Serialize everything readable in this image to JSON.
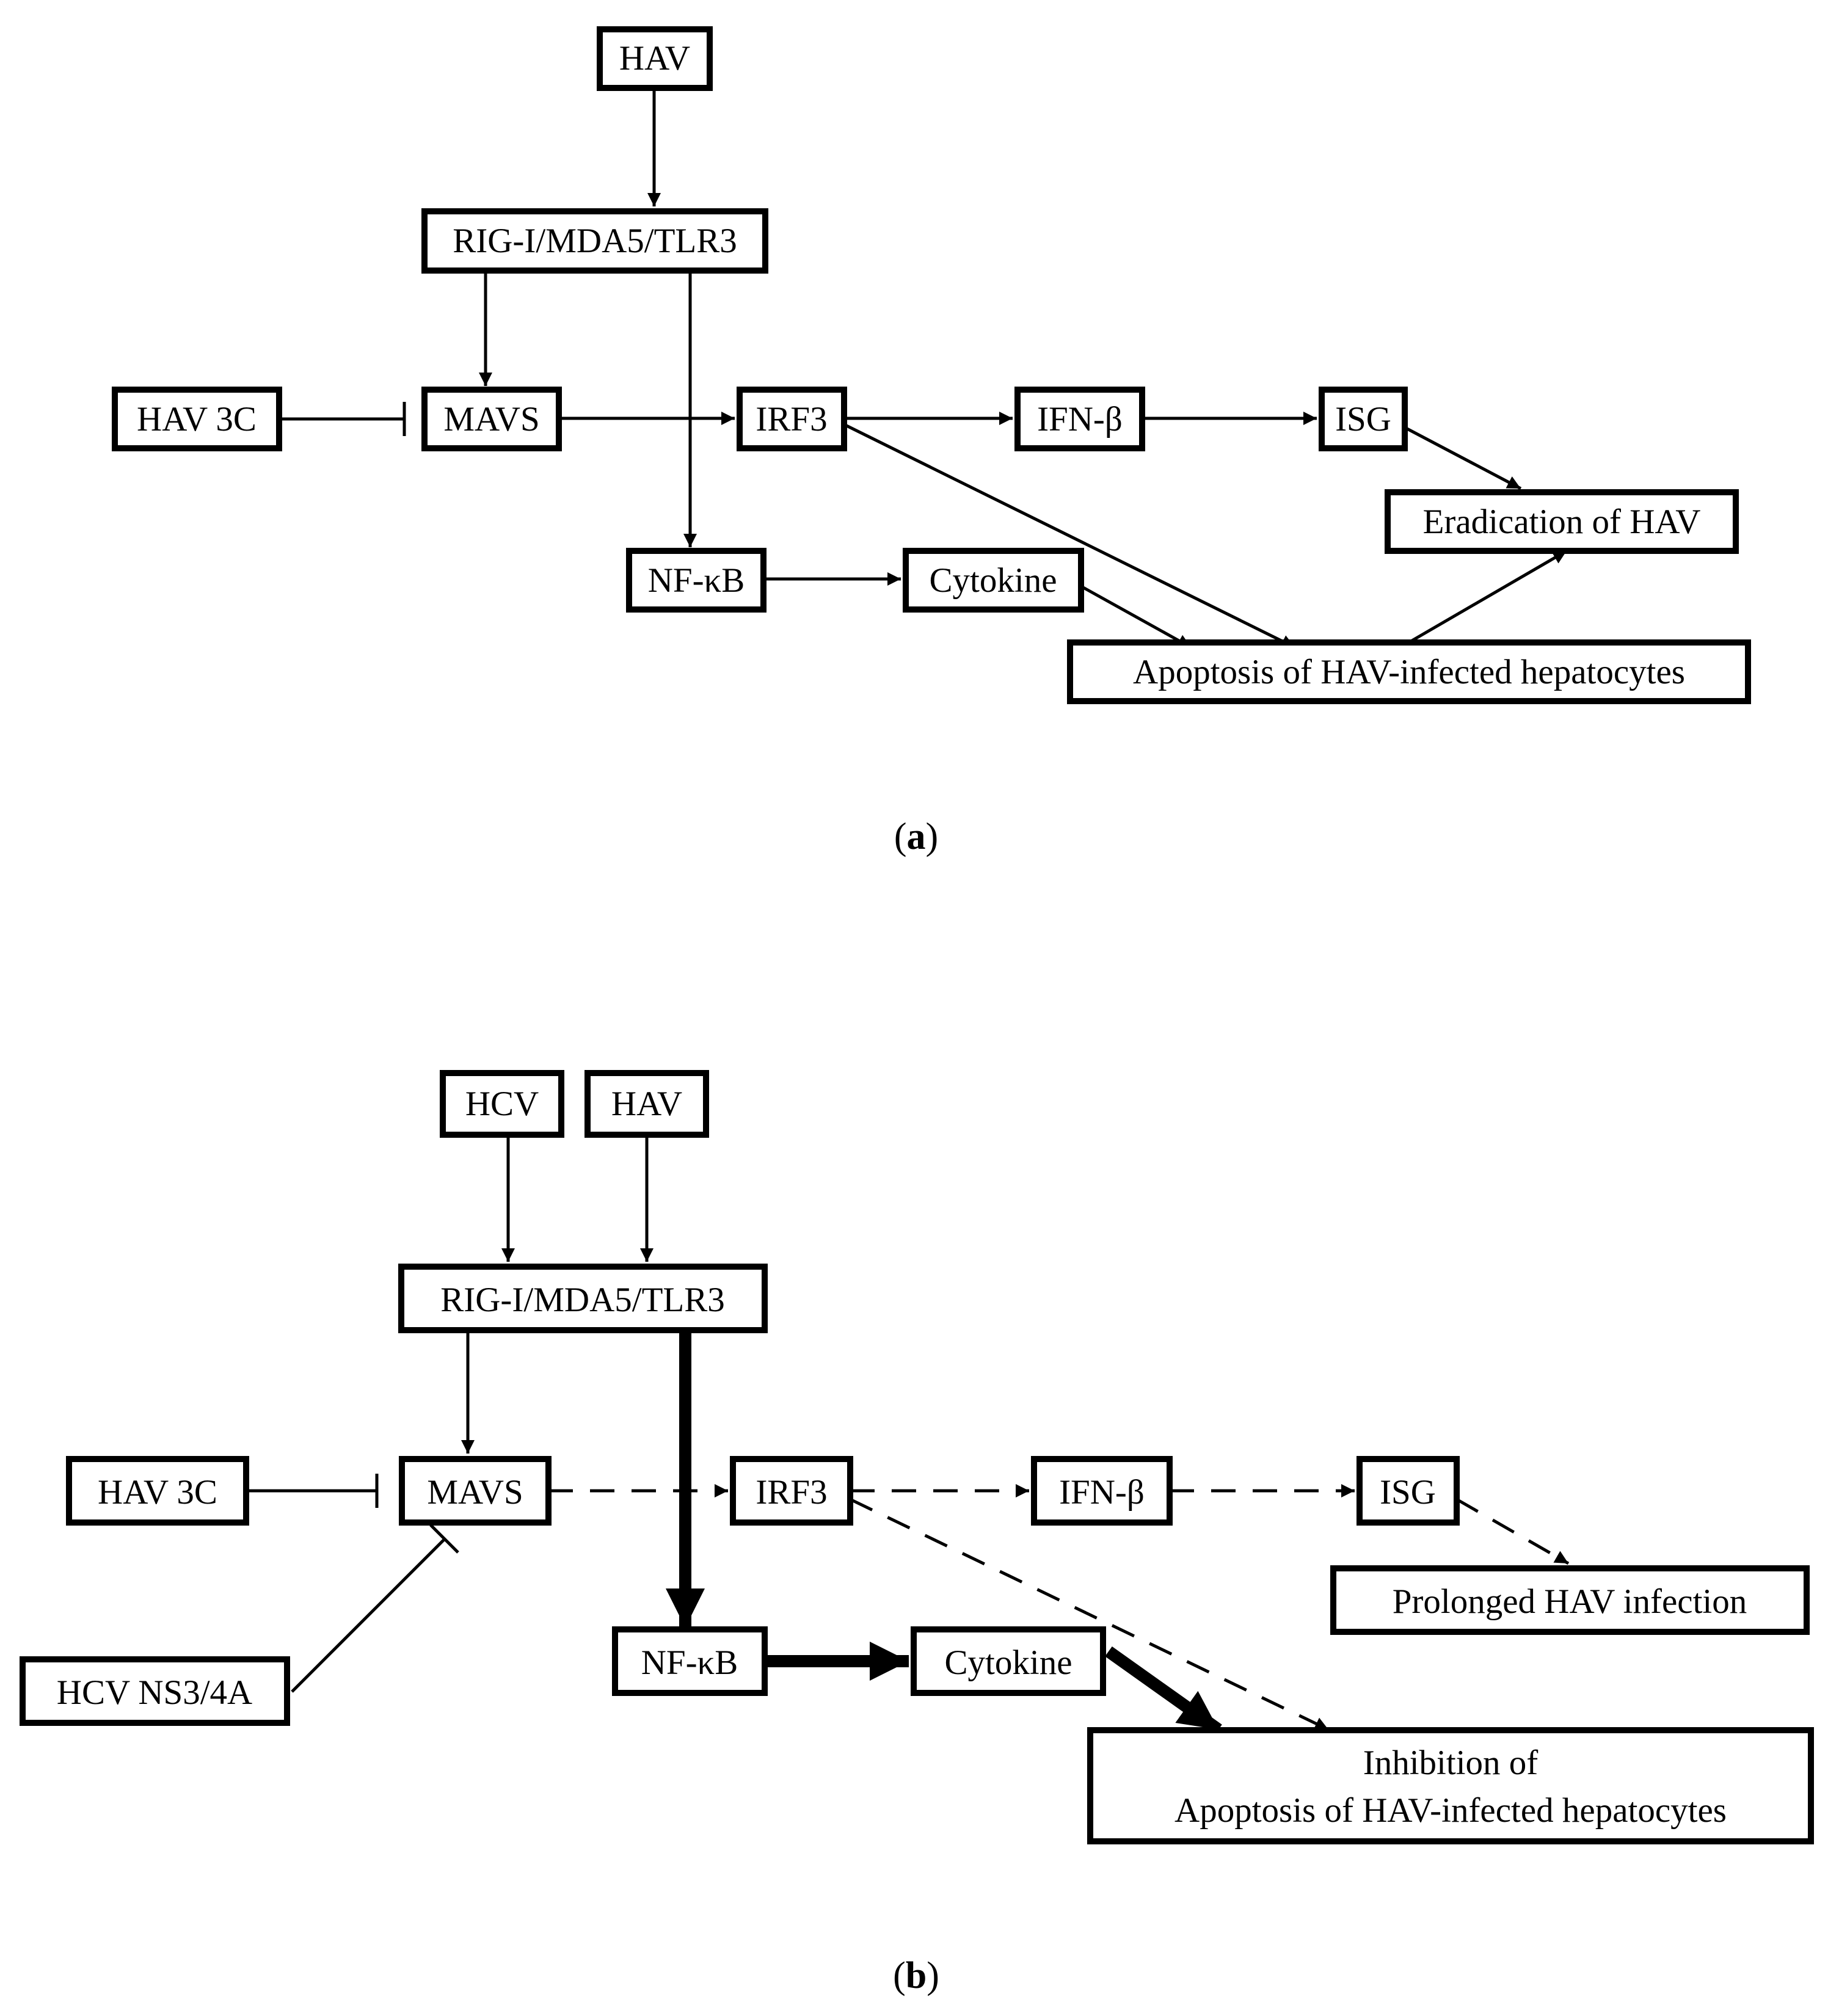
{
  "panel_a": {
    "caption_open": "(",
    "caption_letter": "a",
    "caption_close": ")",
    "nodes": {
      "hav": "HAV",
      "rig": "RIG-I/MDA5/TLR3",
      "hav3c": "HAV 3C",
      "mavs": "MAVS",
      "irf3": "IRF3",
      "ifnb": "IFN-β",
      "isg": "ISG",
      "eradication": "Eradication of HAV",
      "nfkb": "NF-κB",
      "cytokine": "Cytokine",
      "apoptosis": "Apoptosis of HAV-infected hepatocytes"
    }
  },
  "panel_b": {
    "caption_open": "(",
    "caption_letter": "b",
    "caption_close": ")",
    "nodes": {
      "hcv": "HCV",
      "hav": "HAV",
      "rig": "RIG-I/MDA5/TLR3",
      "hav3c": "HAV 3C",
      "mavs": "MAVS",
      "irf3": "IRF3",
      "ifnb": "IFN-β",
      "isg": "ISG",
      "prolonged": "Prolonged HAV infection",
      "hcvns": "HCV NS3/4A",
      "nfkb": "NF-κB",
      "cytokine": "Cytokine",
      "inhibition_line1": "Inhibition of",
      "inhibition_line2": "Apoptosis of HAV-infected hepatocytes"
    }
  },
  "colors": {
    "stroke": "#000000",
    "background": "#ffffff"
  }
}
